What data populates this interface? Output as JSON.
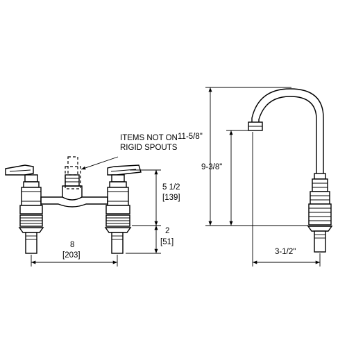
{
  "note": {
    "line1": "ITEMS NOT ON",
    "line2": "RIGID SPOUTS"
  },
  "dimensions": {
    "height_in": "5 1/2",
    "height_mm": "[139]",
    "shank_in": "2",
    "shank_mm": "[51]",
    "centers_in": "8",
    "centers_mm": "[203]",
    "overall_height": "11-5/8\"",
    "spout_height": "9-3/8\"",
    "spout_reach": "3-1/2\""
  },
  "colors": {
    "line": "#000000",
    "background": "#ffffff"
  }
}
